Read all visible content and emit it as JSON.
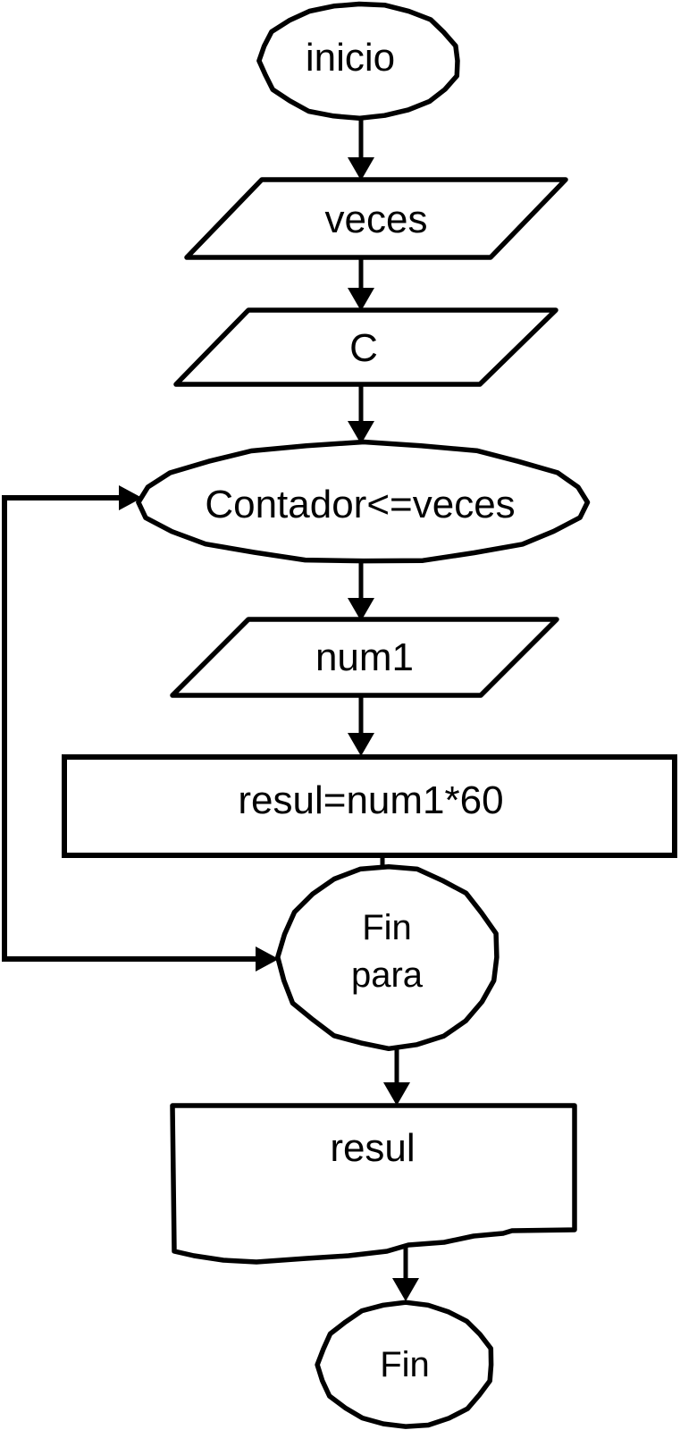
{
  "diagram": {
    "type": "flowchart",
    "language": "es",
    "colors": {
      "stroke": "#000000",
      "shape_fill": "#ffffff",
      "background": "#ffffff"
    },
    "nodes": [
      {
        "id": "inicio",
        "shape": "ellipse",
        "role": "terminator-start",
        "label": "inicio"
      },
      {
        "id": "veces",
        "shape": "parallelogram",
        "role": "input",
        "label": "veces"
      },
      {
        "id": "c",
        "shape": "parallelogram",
        "role": "input",
        "label": "C"
      },
      {
        "id": "condicion",
        "shape": "ellipse",
        "role": "loop-condition",
        "label": "Contador<=veces"
      },
      {
        "id": "num1",
        "shape": "parallelogram",
        "role": "input",
        "label": "num1"
      },
      {
        "id": "proceso",
        "shape": "rectangle",
        "role": "process",
        "label": "resul=num1*60"
      },
      {
        "id": "fin-para",
        "shape": "circle",
        "role": "loop-end",
        "lines": [
          "Fin",
          "para"
        ]
      },
      {
        "id": "salida",
        "shape": "document",
        "role": "output",
        "label": "resul"
      },
      {
        "id": "fin",
        "shape": "ellipse",
        "role": "terminator-end",
        "label": "Fin"
      }
    ],
    "edges": [
      {
        "from": "inicio",
        "to": "veces",
        "style": "arrow-down"
      },
      {
        "from": "veces",
        "to": "c",
        "style": "arrow-down"
      },
      {
        "from": "c",
        "to": "condicion",
        "style": "arrow-down"
      },
      {
        "from": "condicion",
        "to": "num1",
        "style": "arrow-down"
      },
      {
        "from": "num1",
        "to": "proceso",
        "style": "arrow-down"
      },
      {
        "from": "proceso",
        "to": "fin-para",
        "style": "arrow-down"
      },
      {
        "from": "fin-para",
        "to": "salida",
        "style": "arrow-down"
      },
      {
        "from": "salida",
        "to": "fin",
        "style": "arrow-down"
      },
      {
        "between": [
          "condicion",
          "fin-para"
        ],
        "style": "loop-connector-left-side",
        "arrowheads": "both-ends"
      }
    ]
  }
}
